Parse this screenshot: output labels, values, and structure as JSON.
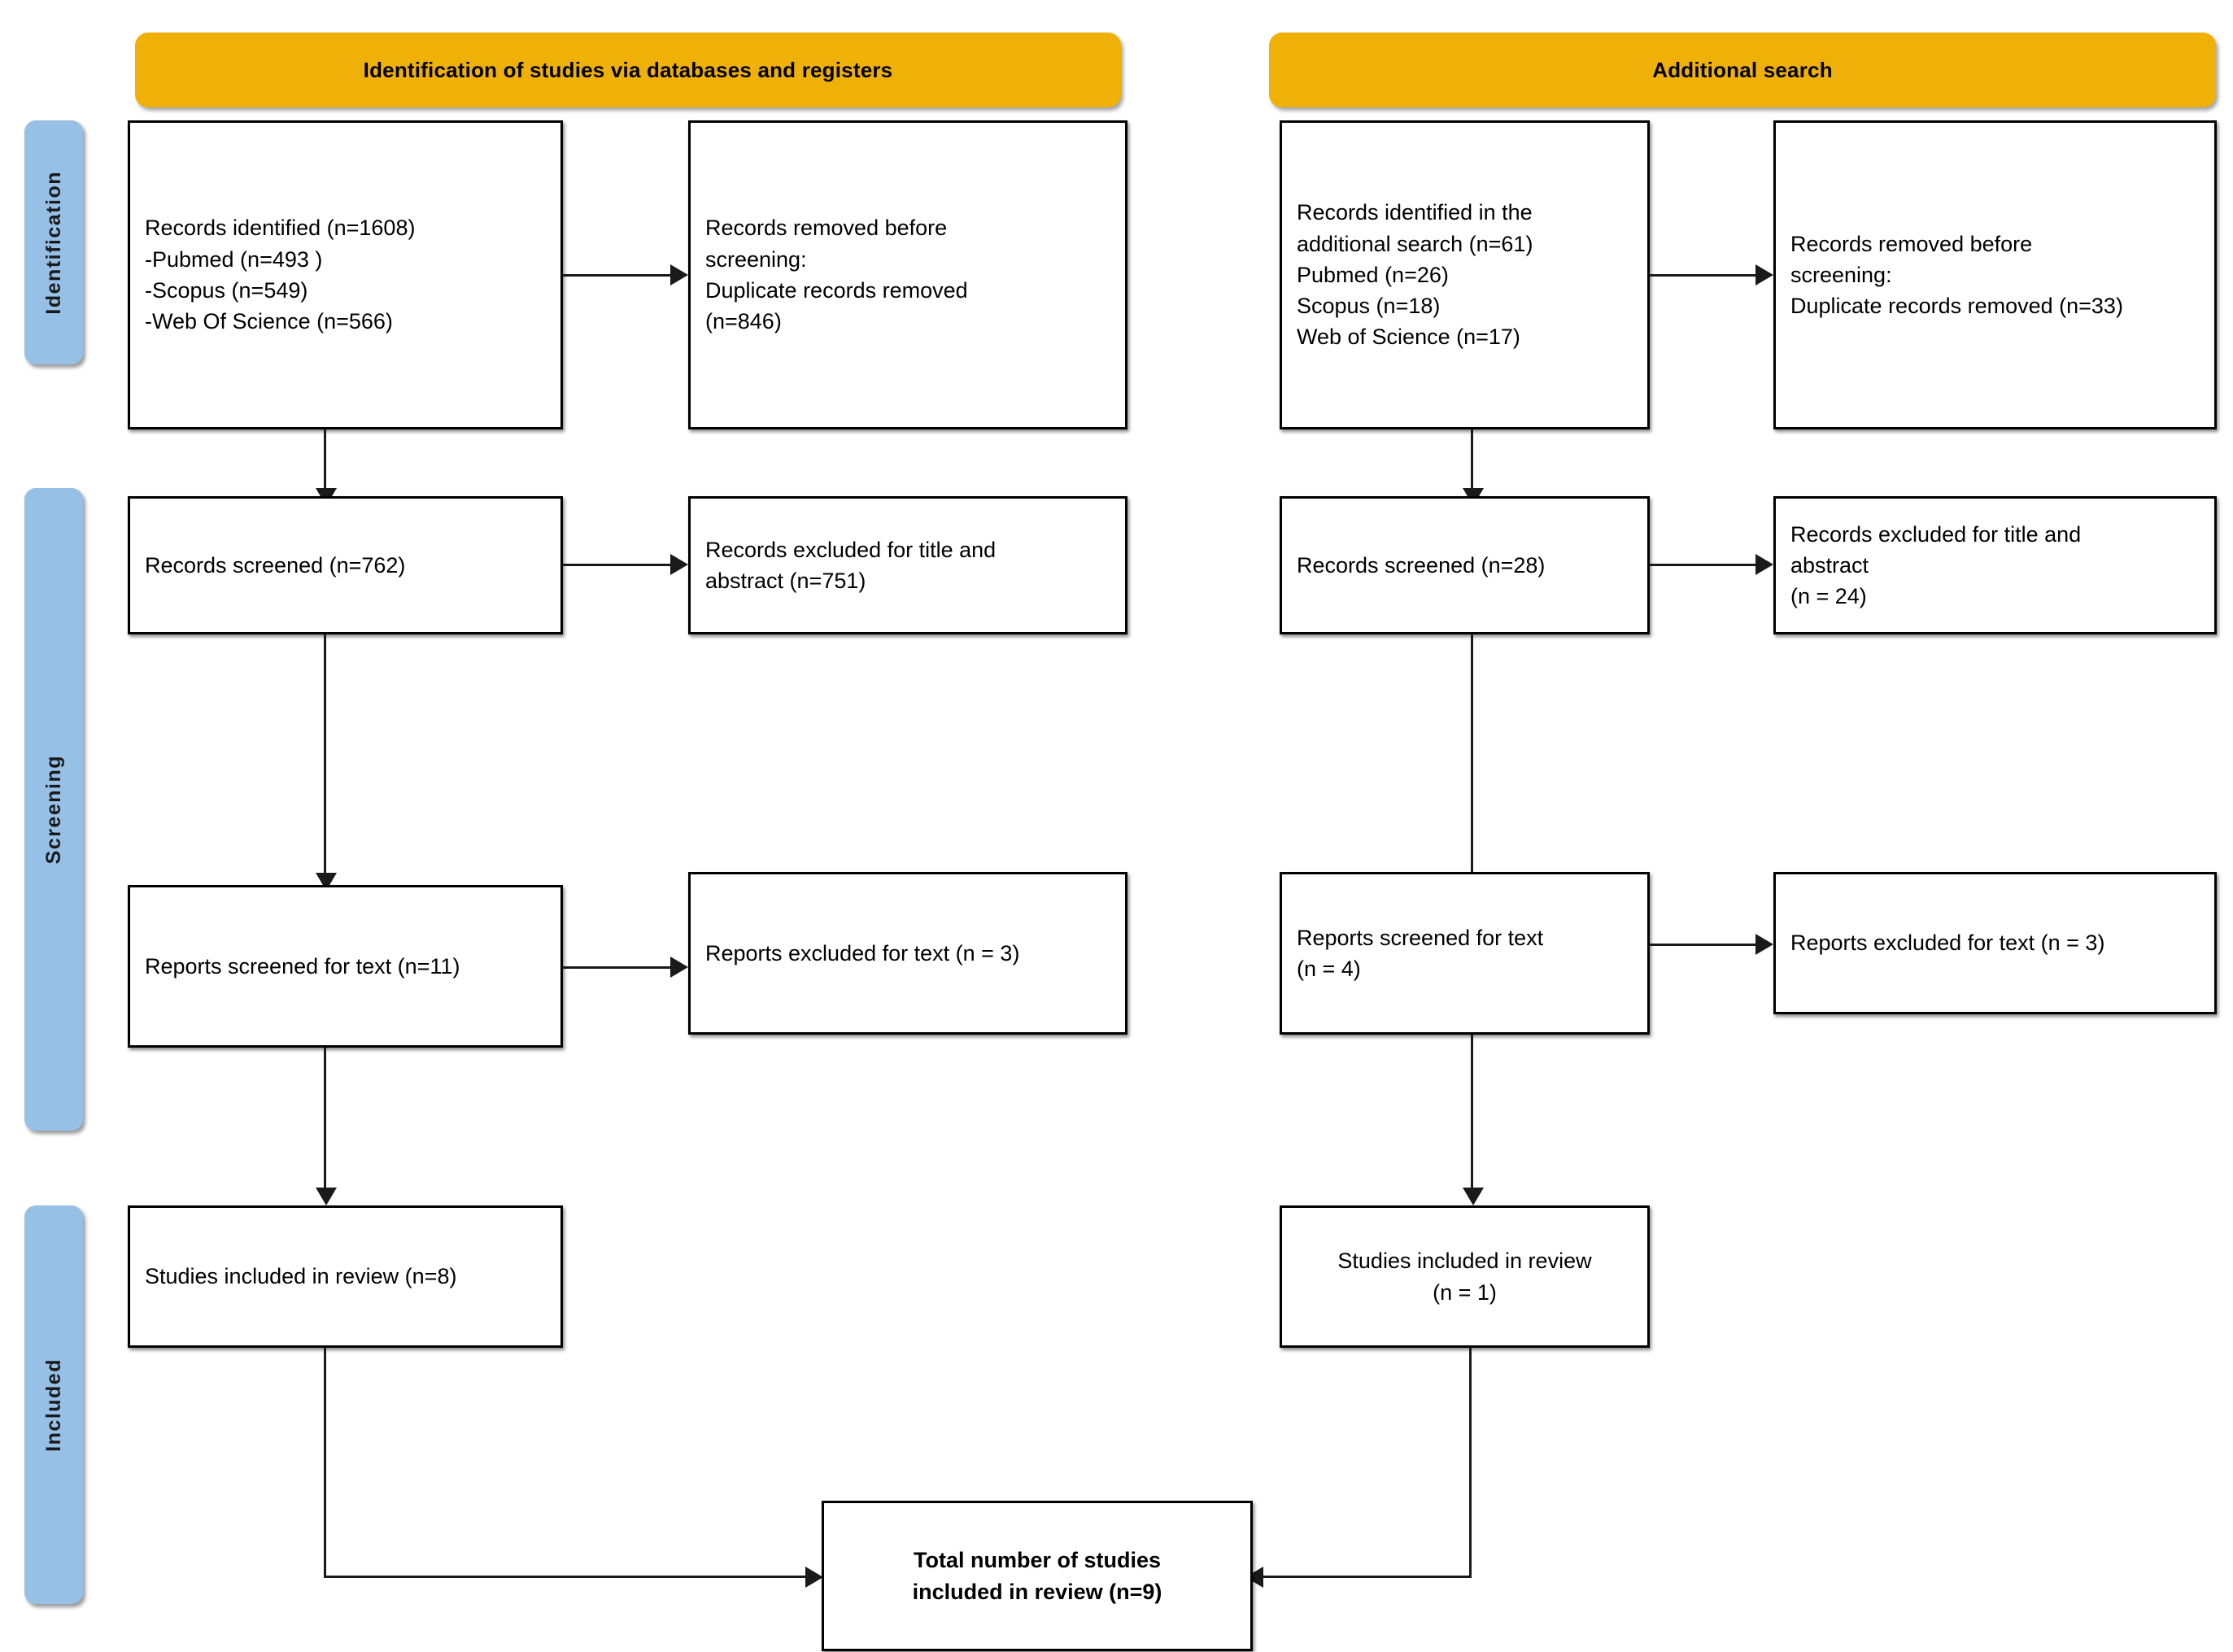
{
  "diagram": {
    "title": "PRISMA flow diagram",
    "colors": {
      "banner": "#EFB008",
      "stage_label": "#96C0E6",
      "box_border": "#000000",
      "background": "#FFFFFF"
    }
  },
  "banners": {
    "left": "Identification of studies via databases and registers",
    "right": "Additional search"
  },
  "stage_labels": {
    "identification": "Identification",
    "screening": "Screening",
    "included": "Included"
  },
  "left_column": {
    "identified": "Records identified (n=1608)\n-Pubmed (n=493 )\n-Scopus (n=549)\n-Web Of Science (n=566)",
    "removed": "Records removed before\nscreening:\nDuplicate records removed\n(n=846)",
    "screened": "Records screened (n=762)",
    "excluded_title_abstract": "Records excluded for title and\nabstract (n=751)",
    "reports_screened": "Reports screened for text (n=11)",
    "reports_excluded": "Reports excluded for text (n = 3)",
    "studies_included": "Studies included in review (n=8)"
  },
  "right_column": {
    "identified": "Records identified in the\nadditional search (n=61)\nPubmed (n=26)\nScopus (n=18)\nWeb of Science (n=17)",
    "removed": "Records removed before\nscreening:\nDuplicate records removed (n=33)",
    "screened": "Records screened (n=28)",
    "excluded_title_abstract": "Records excluded for title and\nabstract\n(n = 24)",
    "reports_screened": "Reports screened for text\n(n = 4)",
    "reports_excluded": "Reports excluded for text (n = 3)",
    "studies_included": "Studies included in review\n(n = 1)"
  },
  "total": {
    "label": "Total number of studies\nincluded in review (n=9)"
  },
  "chart_data": {
    "type": "table",
    "title": "PRISMA 2020 flow diagram of study selection",
    "columns": [
      "stage",
      "database_search_n",
      "additional_search_n"
    ],
    "rows": [
      {
        "stage": "Records identified",
        "database_search_n": 1608,
        "additional_search_n": 61
      },
      {
        "stage": "Pubmed",
        "database_search_n": 493,
        "additional_search_n": 26
      },
      {
        "stage": "Scopus",
        "database_search_n": 549,
        "additional_search_n": 18
      },
      {
        "stage": "Web of Science",
        "database_search_n": 566,
        "additional_search_n": 17
      },
      {
        "stage": "Duplicate records removed before screening",
        "database_search_n": 846,
        "additional_search_n": 33
      },
      {
        "stage": "Records screened",
        "database_search_n": 762,
        "additional_search_n": 28
      },
      {
        "stage": "Records excluded for title and abstract",
        "database_search_n": 751,
        "additional_search_n": 24
      },
      {
        "stage": "Reports screened for text",
        "database_search_n": 11,
        "additional_search_n": 4
      },
      {
        "stage": "Reports excluded for text",
        "database_search_n": 3,
        "additional_search_n": 3
      },
      {
        "stage": "Studies included in review",
        "database_search_n": 8,
        "additional_search_n": 1
      },
      {
        "stage": "Total number of studies included in review",
        "database_search_n": 9,
        "additional_search_n": 9
      }
    ]
  }
}
